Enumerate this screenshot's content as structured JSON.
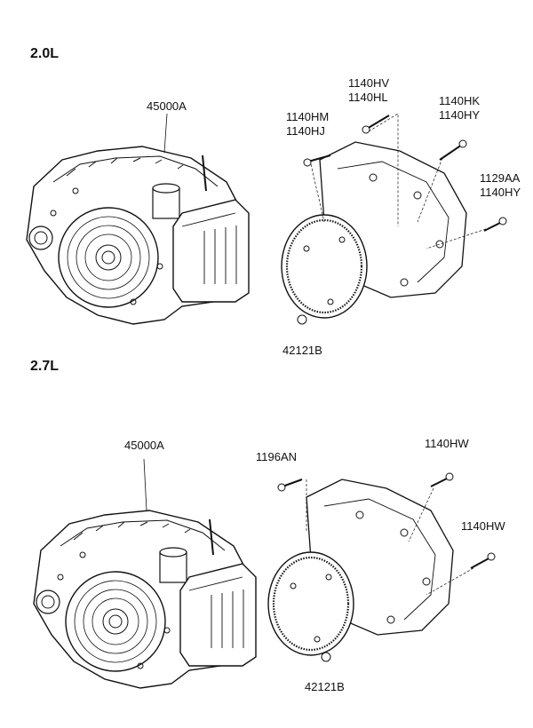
{
  "sections": [
    {
      "title": "2.0L",
      "transaxle_label": "45000A",
      "bolts": [
        {
          "lines": [
            "1140HV",
            "1140HL"
          ]
        },
        {
          "lines": [
            "1140HM",
            "1140HJ"
          ]
        },
        {
          "lines": [
            "1140HK",
            "1140HY"
          ]
        },
        {
          "lines": [
            "1129AA",
            "1140HY"
          ]
        },
        {
          "lines": [
            "42121B"
          ]
        }
      ]
    },
    {
      "title": "2.7L",
      "transaxle_label": "45000A",
      "bolts": [
        {
          "lines": [
            "1196AN"
          ]
        },
        {
          "lines": [
            "1140HW"
          ]
        },
        {
          "lines": [
            "1140HW"
          ]
        },
        {
          "lines": [
            "42121B"
          ]
        }
      ]
    }
  ]
}
